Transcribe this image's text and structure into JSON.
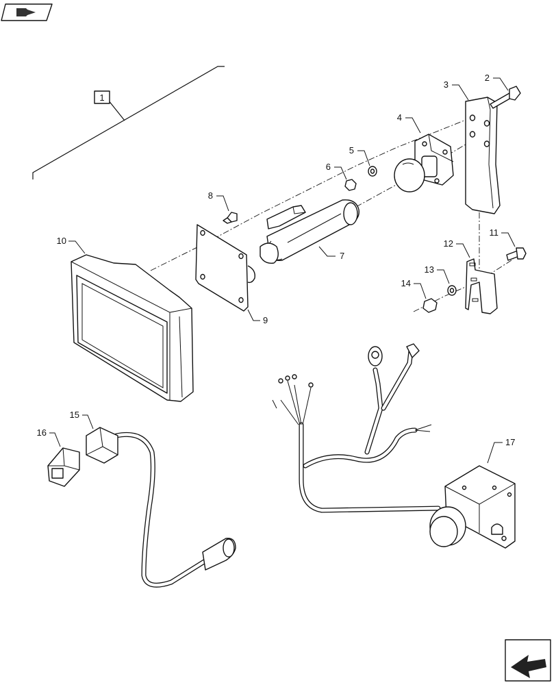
{
  "assembly": {
    "label": "1"
  },
  "callouts": [
    "2",
    "3",
    "4",
    "5",
    "6",
    "7",
    "8",
    "9",
    "10",
    "11",
    "12",
    "13",
    "14",
    "15",
    "16",
    "17"
  ],
  "icons": {
    "top_left": "return-to-index-icon",
    "bottom_right": "next-page-icon"
  }
}
